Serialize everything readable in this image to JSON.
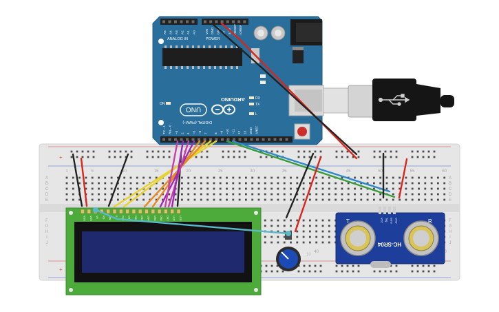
{
  "arduino": {
    "analog_header": "ANALOG IN",
    "analog_pins": [
      "A5",
      "A4",
      "A3",
      "A2",
      "A1",
      "A0"
    ],
    "power_header": "POWER",
    "power_pins": [
      "VIN",
      "GND",
      "GND",
      "5V",
      "3.3V",
      "RESET",
      "IOREF"
    ],
    "brand": "ARDUINO",
    "model": "UNO",
    "digital_header": "DIGITAL (PWM~)",
    "digital_pins": [
      "TX→1",
      "RX←0",
      "~3",
      "2",
      "4",
      "~5",
      "~6",
      "7",
      "8",
      "~9",
      "~10",
      "~11",
      "12",
      "13",
      "GND",
      "AREF"
    ],
    "led_labels": [
      "RX",
      "TX",
      "L"
    ],
    "on_label": "ON"
  },
  "breadboard": {
    "column_numbers": [
      "1",
      "5",
      "10",
      "15",
      "20",
      "25",
      "30",
      "35",
      "40",
      "45",
      "50",
      "55",
      "60"
    ],
    "row_letters_top": [
      "A",
      "B",
      "C",
      "D",
      "E"
    ],
    "row_letters_bottom": [
      "F",
      "G",
      "H",
      "I",
      "J"
    ]
  },
  "lcd": {
    "pin_labels": [
      "VSS",
      "VDD",
      "V0",
      "RS",
      "RW",
      "E",
      "DB0",
      "DB1",
      "DB2",
      "DB3",
      "DB4",
      "DB5",
      "DB6",
      "DB7",
      "LED",
      "LED"
    ]
  },
  "sensor": {
    "model": "HC-SR04",
    "pin_labels": [
      "VCC",
      "Trig",
      "Echo",
      "GND"
    ]
  },
  "potentiometer": {
    "label": "10"
  },
  "colors": {
    "arduino_board": "#2a6e9c",
    "breadboard": "#e9e9e9",
    "lcd_board": "#4dab3c",
    "lcd_screen": "#1e2a6d",
    "sensor_board": "#1d3e9a",
    "wire_red": "#d8261d",
    "wire_black": "#222222",
    "wire_yellow": "#e8d22e",
    "wire_orange": "#e58a21",
    "wire_purple": "#9b2bb5",
    "wire_magenta": "#c83fa9",
    "wire_green": "#3b9c3b",
    "wire_blue": "#2f88c9",
    "wire_teal": "#5ab9c9"
  }
}
